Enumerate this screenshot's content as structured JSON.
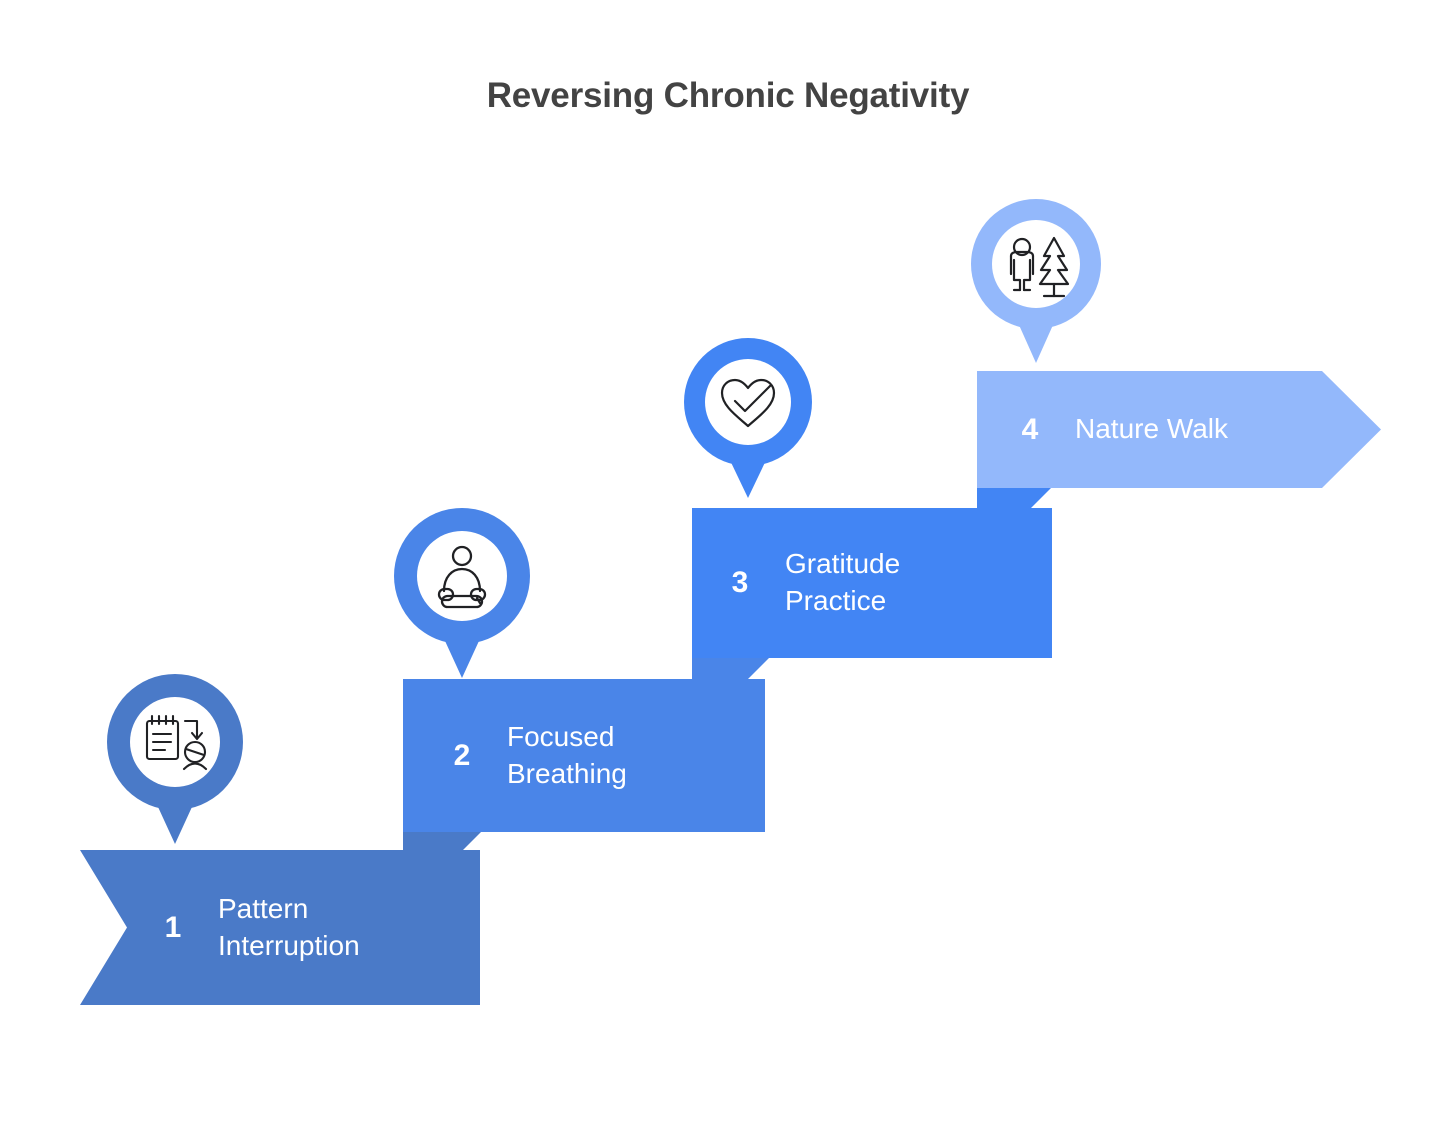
{
  "title": "Reversing Chronic Negativity",
  "colors": {
    "background": "#ffffff",
    "title_text": "#434343",
    "step1": "#4a7ac8",
    "step2": "#4a85e8",
    "step3": "#4285f4",
    "step4": "#93b8fb",
    "fold1": "#4a7ac8",
    "fold2": "#4a85e8",
    "fold3": "#4285f4",
    "pin_icon_bg": "#ffffff",
    "pin_icon_stroke": "#202124",
    "step_text": "#ffffff"
  },
  "steps": [
    {
      "number": "1",
      "label": "Pattern\nInterruption",
      "icon": "notepad-person-icon",
      "shape": "notched-rectangle",
      "ring_color": "#4a7ac8",
      "bar_color": "#4a7ac8"
    },
    {
      "number": "2",
      "label": "Focused\nBreathing",
      "icon": "meditation-person-icon",
      "shape": "rectangle",
      "ring_color": "#4a85e8",
      "bar_color": "#4a85e8"
    },
    {
      "number": "3",
      "label": "Gratitude\nPractice",
      "icon": "heart-check-icon",
      "shape": "rectangle",
      "ring_color": "#4285f4",
      "bar_color": "#4285f4"
    },
    {
      "number": "4",
      "label": "Nature Walk",
      "icon": "person-tree-icon",
      "shape": "arrow-right",
      "ring_color": "#93b8fb",
      "bar_color": "#93b8fb"
    }
  ]
}
